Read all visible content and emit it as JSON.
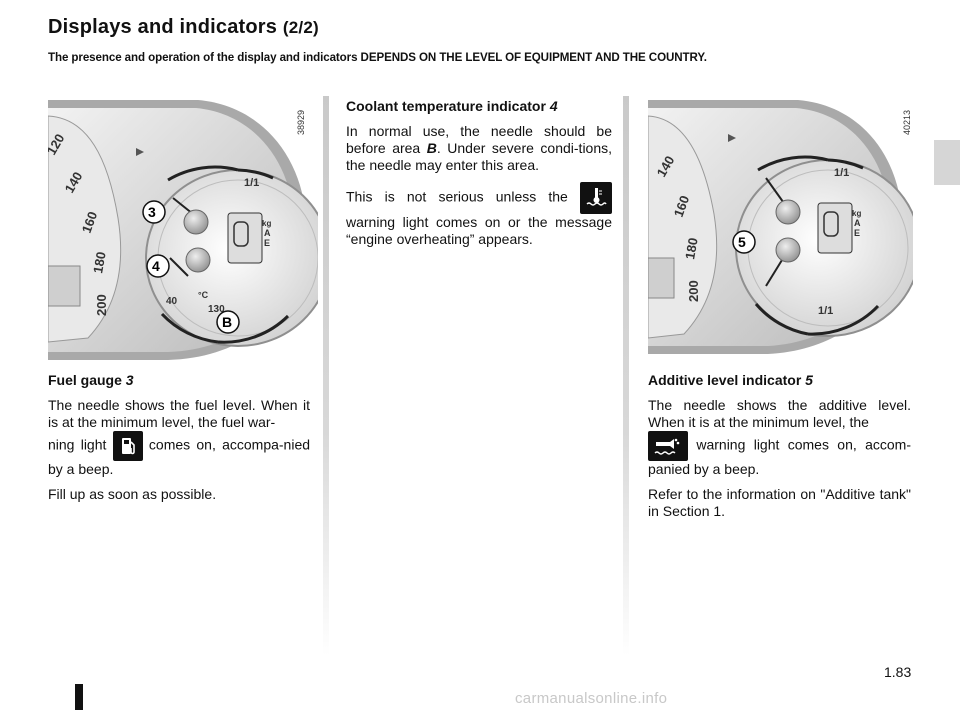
{
  "header": {
    "title": "Displays and indicators",
    "title_suffix": "(2/2)",
    "notice": "The presence and operation of the display and indicators DEPENDS ON THE LEVEL OF EQUIPMENT AND THE COUNTRY."
  },
  "figure_left": {
    "ref": "38929",
    "callouts": [
      "3",
      "4",
      "B"
    ],
    "labels": {
      "s120": "120",
      "s140": "140",
      "s160": "160",
      "s180": "180",
      "s200": "200",
      "half": "1/1",
      "kg": "kg",
      "a": "A",
      "e": "E",
      "c40": "40",
      "c130": "130",
      "deg": "°C"
    }
  },
  "figure_right": {
    "ref": "40213",
    "callouts": [
      "5"
    ],
    "labels": {
      "s140": "140",
      "s160": "160",
      "s180": "180",
      "s200": "200",
      "half": "1/1",
      "kg": "kg",
      "a": "A",
      "e": "E"
    }
  },
  "left_column": {
    "heading": "Fuel gauge",
    "heading_ref": "3",
    "p1": "The needle shows the fuel level. When it is at the minimum level, the fuel war-",
    "p1b_pre": "ning light",
    "p1b_post": "comes on, accompa-nied by a beep.",
    "p2": "Fill up as soon as possible."
  },
  "middle_column": {
    "heading": "Coolant temperature indicator",
    "heading_ref": "4",
    "p1_pre": "In normal use, the needle should be before area",
    "p1_area": "B",
    "p1_post": ". Under severe condi-tions, the needle may enter this area.",
    "p2_pre": "This is not serious unless the",
    "p2_post": "warning light comes on or the message “engine overheating” appears."
  },
  "right_column": {
    "heading": "Additive level indicator",
    "heading_ref": "5",
    "p1": "The needle shows the additive level. When it is at the minimum level, the",
    "p1b": "warning light comes on, accom-panied by a beep.",
    "p2": "Refer to the information on \"Additive tank\" in Section 1."
  },
  "footer": {
    "page_number": "1.83",
    "watermark": "carmanualsonline.info"
  }
}
